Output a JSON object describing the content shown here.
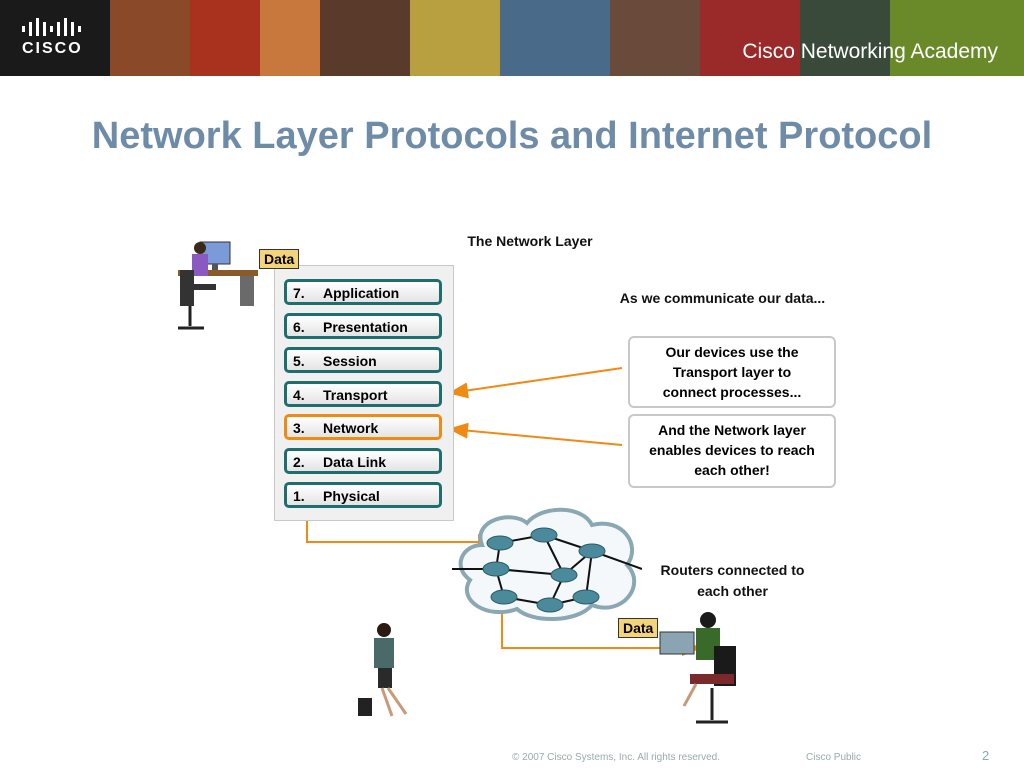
{
  "banner": {
    "logo_text": "CISCO",
    "academy_text": "Cisco Networking Academy"
  },
  "title": "Network Layer Protocols and Internet Protocol",
  "diagram": {
    "heading": "The Network Layer",
    "data_label_top": "Data",
    "data_label_bottom": "Data",
    "layers": [
      {
        "num": "7.",
        "name": "Application"
      },
      {
        "num": "6.",
        "name": "Presentation"
      },
      {
        "num": "5.",
        "name": "Session"
      },
      {
        "num": "4.",
        "name": "Transport"
      },
      {
        "num": "3.",
        "name": "Network"
      },
      {
        "num": "2.",
        "name": "Data Link"
      },
      {
        "num": "1.",
        "name": "Physical"
      }
    ],
    "communicate_text": "As we communicate our data...",
    "callout_transport": [
      "Our devices use the",
      "Transport layer to",
      "connect processes..."
    ],
    "callout_network": [
      "And the Network layer",
      "enables devices to reach",
      "each other!"
    ],
    "routers_text": [
      "Routers connected to",
      "each other"
    ]
  },
  "footer": {
    "copyright": "© 2007 Cisco Systems, Inc. All rights reserved.",
    "classification": "Cisco Public",
    "page": "2"
  },
  "colors": {
    "title": "#6e8ca8",
    "layer_border": "#1f6e6e",
    "highlight": "#f08a14",
    "arrow": "#f08a14",
    "data_tag": "#f4d47a"
  }
}
